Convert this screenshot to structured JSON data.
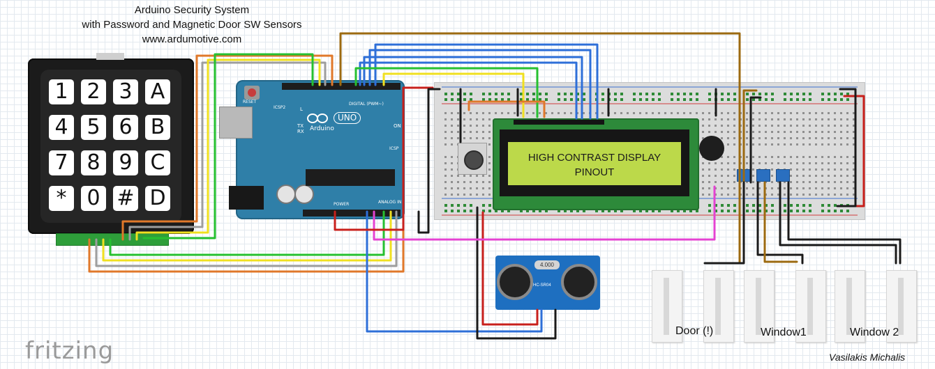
{
  "title": {
    "line1": "Arduino Security System",
    "line2": "with Password and Magnetic Door SW Sensors",
    "line3": "www.ardumotive.com"
  },
  "keypad": {
    "keys": [
      "1",
      "2",
      "3",
      "A",
      "4",
      "5",
      "6",
      "B",
      "7",
      "8",
      "9",
      "C",
      "*",
      "0",
      "#",
      "D"
    ]
  },
  "arduino": {
    "brand": "Arduino",
    "model": "UNO",
    "digital_header": "DIGITAL (PWM~)",
    "analog_header": "ANALOG IN",
    "power_header": "POWER",
    "reset_label": "RESET",
    "icsp_label": "ICSP",
    "icsp2_label": "ICSP2",
    "led_labels": [
      "L",
      "TX",
      "RX"
    ],
    "on_label": "ON"
  },
  "lcd": {
    "line1": "HIGH CONTRAST DISPLAY",
    "line2": "PINOUT"
  },
  "ultrasonic": {
    "crystal": "4.000",
    "model": "HC-SR04"
  },
  "sensors": [
    {
      "label": "Door (!)"
    },
    {
      "label": "Window1"
    },
    {
      "label": "Window 2"
    }
  ],
  "footer": {
    "logo": "fritzing",
    "author": "Vasilakis Michalis"
  },
  "colors": {
    "wire_brown": "#9c6a10",
    "wire_orange": "#e0782a",
    "wire_yellow": "#f0e020",
    "wire_green": "#26c030",
    "wire_grey": "#9e9e9e",
    "wire_blue": "#2e6fd8",
    "wire_red": "#c8201c",
    "wire_black": "#1a1a1a",
    "wire_magenta": "#e442d2",
    "lcd_screen": "#bcd94a",
    "board_blue": "#2f7fa8"
  }
}
